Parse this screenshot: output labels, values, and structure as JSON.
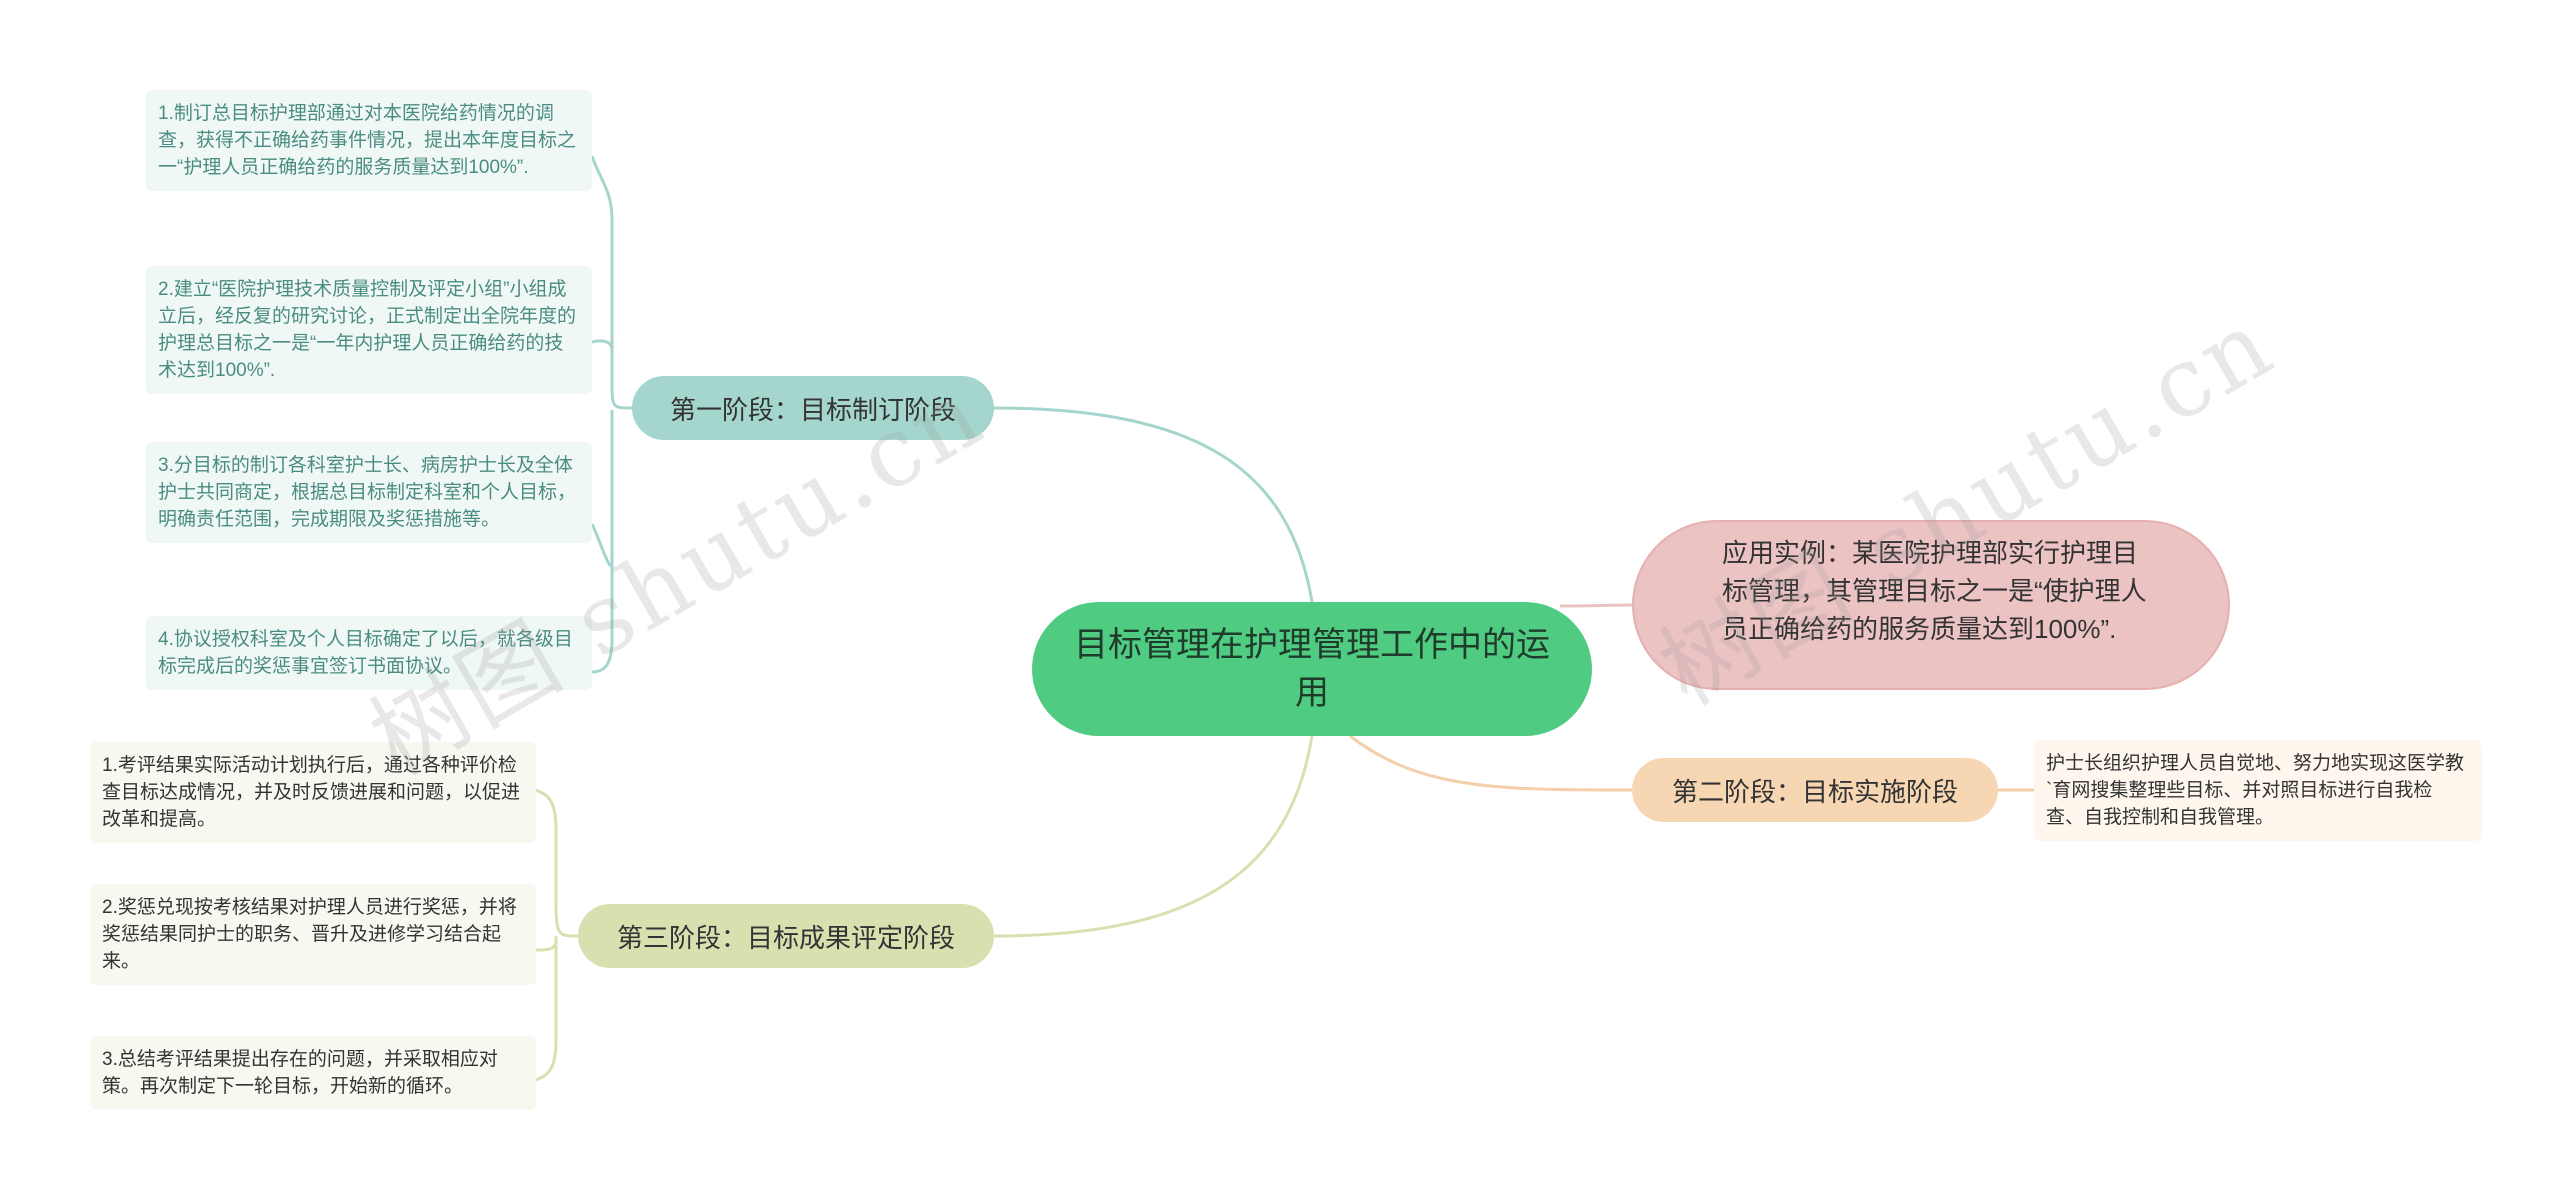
{
  "root": {
    "title": "目标管理在护理管理工作中的运用"
  },
  "branches": {
    "stage1": {
      "label": "第一阶段：目标制订阶段",
      "items": [
        "1.制订总目标护理部通过对本医院给药情况的调查，获得不正确给药事件情况，提出本年度目标之一“护理人员正确给药的服务质量达到100%”.",
        "2.建立“医院护理技术质量控制及评定小组”小组成立后，经反复的研究讨论，正式制定出全院年度的护理总目标之一是“一年内护理人员正确给药的技术达到100%”.",
        "3.分目标的制订各科室护士长、病房护士长及全体护士共同商定，根据总目标制定科室和个人目标，明确责任范围，完成期限及奖惩措施等。",
        "4.协议授权科室及个人目标确定了以后，就各级目标完成后的奖惩事宜签订书面协议。"
      ]
    },
    "stage2": {
      "label": "第二阶段：目标实施阶段",
      "items": [
        "护士长组织护理人员自觉地、努力地实现这医学教`育网搜集整理些目标、并对照目标进行自我检查、自我控制和自我管理。"
      ]
    },
    "stage3": {
      "label": "第三阶段：目标成果评定阶段",
      "items": [
        "1.考评结果实际活动计划执行后，通过各种评价检查目标达成情况，并及时反馈进展和问题，以促进改革和提高。",
        "2.奖惩兑现按考核结果对护理人员进行奖惩，并将奖惩结果同护士的职务、晋升及进修学习结合起来。",
        "3.总结考评结果提出存在的问题，并采取相应对策。再次制定下一轮目标，开始新的循环。"
      ]
    },
    "example": {
      "label": "应用实例：某医院护理部实行护理目标管理，其管理目标之一是“使护理人员正确给药的服务质量达到100%”."
    }
  },
  "watermarks": [
    "树图 shutu.cn",
    "树图 shutu.cn"
  ],
  "colors": {
    "root": "#4fcb82",
    "stage1": "#a5d6cd",
    "stage2": "#f7d6b3",
    "stage3": "#dadfb0",
    "example": "#ecc3c3",
    "line_stage1": "#a5d6cd",
    "line_stage2": "#f3cfaa",
    "line_stage3": "#dadfb0",
    "line_example": "#ecc3c3"
  }
}
